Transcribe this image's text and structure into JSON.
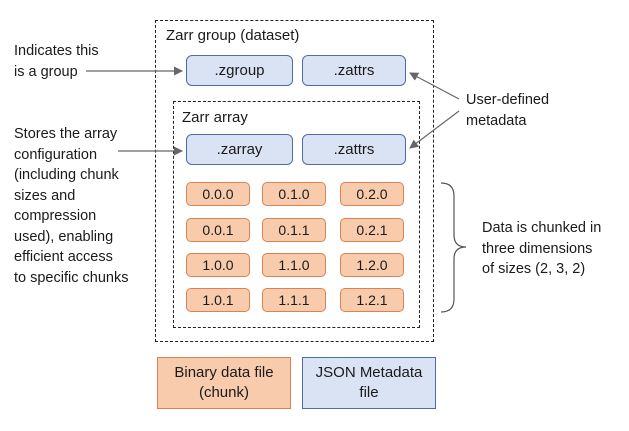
{
  "group": {
    "title": "Zarr group (dataset)",
    "files": [
      ".zgroup",
      ".zattrs"
    ]
  },
  "array": {
    "title": "Zarr array",
    "files": [
      ".zarray",
      ".zattrs"
    ],
    "chunks": [
      [
        "0.0.0",
        "0.1.0",
        "0.2.0"
      ],
      [
        "0.0.1",
        "0.1.1",
        "0.2.1"
      ],
      [
        "1.0.0",
        "1.1.0",
        "1.2.0"
      ],
      [
        "1.0.1",
        "1.1.1",
        "1.2.1"
      ]
    ]
  },
  "annotations": {
    "group_note": "Indicates this\nis a group",
    "array_note": "Stores the array\nconfiguration\n(including chunk\nsizes and\ncompression\nused), enabling\nefficient access\nto specific chunks",
    "user_metadata": "User-defined\nmetadata",
    "chunk_note": "Data is chunked in\nthree dimensions\nof sizes (2, 3, 2)"
  },
  "legend": {
    "binary": "Binary data file\n(chunk)",
    "json": "JSON Metadata\nfile"
  },
  "colors": {
    "binary_fill": "#f8cbad",
    "binary_border": "#d9834f",
    "json_fill": "#dae3f3",
    "json_border": "#4a6ea9"
  }
}
